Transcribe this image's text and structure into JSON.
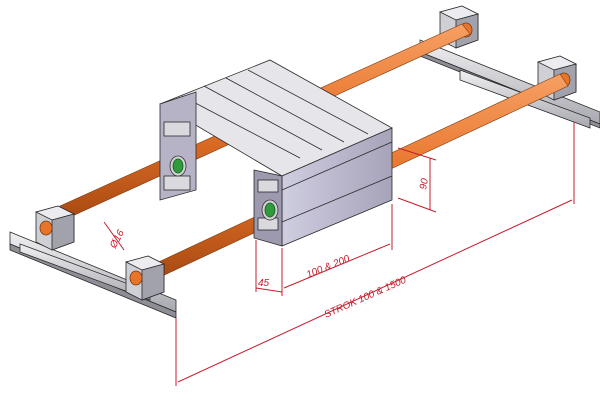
{
  "diagram": {
    "dimensions": {
      "rod_diameter": "Ø16",
      "height": "90",
      "carriage_offset": "45",
      "carriage_length": "100 & 200",
      "stroke": "STROK 100 & 1500"
    },
    "colors": {
      "rod": "#e8742a",
      "rod_dark": "#a94a12",
      "profile_top": "#e6e6ea",
      "profile_side": "#b9b6c8",
      "profile_dark": "#8d8aa0",
      "block": "#c9c9cf",
      "bushing": "#2f9b3a",
      "dimension": "#c61c2c"
    }
  }
}
